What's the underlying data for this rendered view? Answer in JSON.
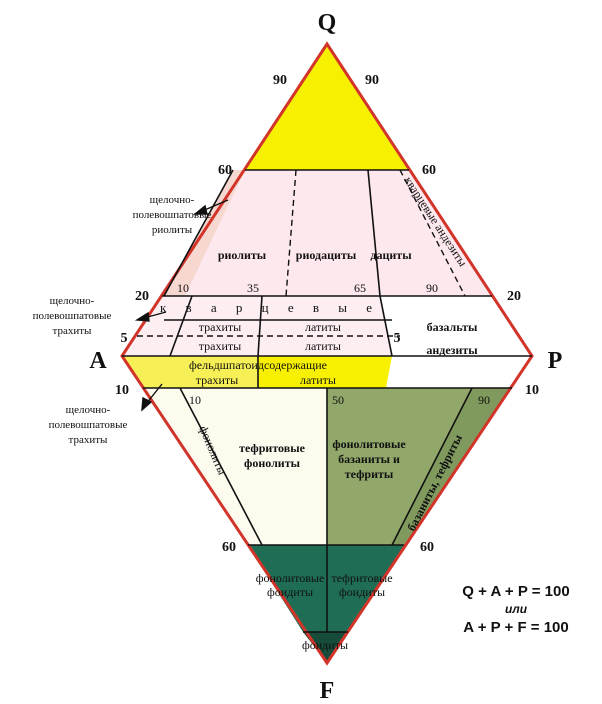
{
  "vertices": {
    "q": "Q",
    "a": "A",
    "p": "P",
    "f": "F"
  },
  "ticks": {
    "q90_left": "90",
    "q90_right": "90",
    "q60_left": "60",
    "q60_right": "60",
    "q20_left": "20",
    "q20_right": "20",
    "q5_left": "5",
    "q5_right": "5",
    "f10_left": "10",
    "f10_right": "10",
    "f60_left": "60",
    "f60_right": "60",
    "p10": "10",
    "p35": "35",
    "p65": "65",
    "p90": "90",
    "pl10": "10",
    "pl50": "50",
    "pl90": "90"
  },
  "fields": {
    "rhyolite": "риолиты",
    "rhyodacite": "риодациты",
    "dacite": "дациты",
    "quartz_andesite": "кварцевые андезиты",
    "quartz_spaced": "к в а р ц е в ы е",
    "trachyte_q": "трахиты",
    "latite_q": "латиты",
    "trachyte": "трахиты",
    "latite": "латиты",
    "basalt": "базальты",
    "andesite": "андезиты",
    "foid_row_left": "фельдшпатоидсодержащие",
    "foid_trachyte": "трахиты",
    "foid_latite": "латиты",
    "phonolite": "фонолиты",
    "tephri_phonolite_1": "тефритовые",
    "tephri_phonolite_2": "фонолиты",
    "phono_tephrite_1": "фонолитовые",
    "phono_tephrite_2": "базаниты и",
    "phono_tephrite_3": "тефриты",
    "basanite_tephrite": "базаниты, тефриты",
    "phonolitic_foidite_1": "фонолитовые",
    "phonolitic_foidite_2": "фоидиты",
    "tephritic_foidite_1": "тефритовые",
    "tephritic_foidite_2": "фоидиты",
    "foidite": "фоидиты"
  },
  "side_labels": {
    "alk_rhyolite_1": "щелочно-",
    "alk_rhyolite_2": "полевошпатовые",
    "alk_rhyolite_3": "риолиты",
    "alk_trachyte_1": "щелочно-",
    "alk_trachyte_2": "полевошпатовые",
    "alk_trachyte_3": "трахиты",
    "alk_foid_trachyte_1": "щелочно-",
    "alk_foid_trachyte_2": "полевошпатовые",
    "alk_foid_trachyte_3": "трахиты"
  },
  "formula": {
    "line1": "Q + A + P = 100",
    "line2": "или",
    "line3": "A + P + F = 100"
  },
  "colors": {
    "yellow": "#f7f000",
    "pink": "#fde8ee",
    "cream": "#fcfbee",
    "white": "#ffffff",
    "light_green": "#92a86b",
    "mid_green": "#7f9a5c",
    "dark_teal": "#1f6d55",
    "darker_teal": "#154d3a",
    "border_red": "#d2342a"
  }
}
